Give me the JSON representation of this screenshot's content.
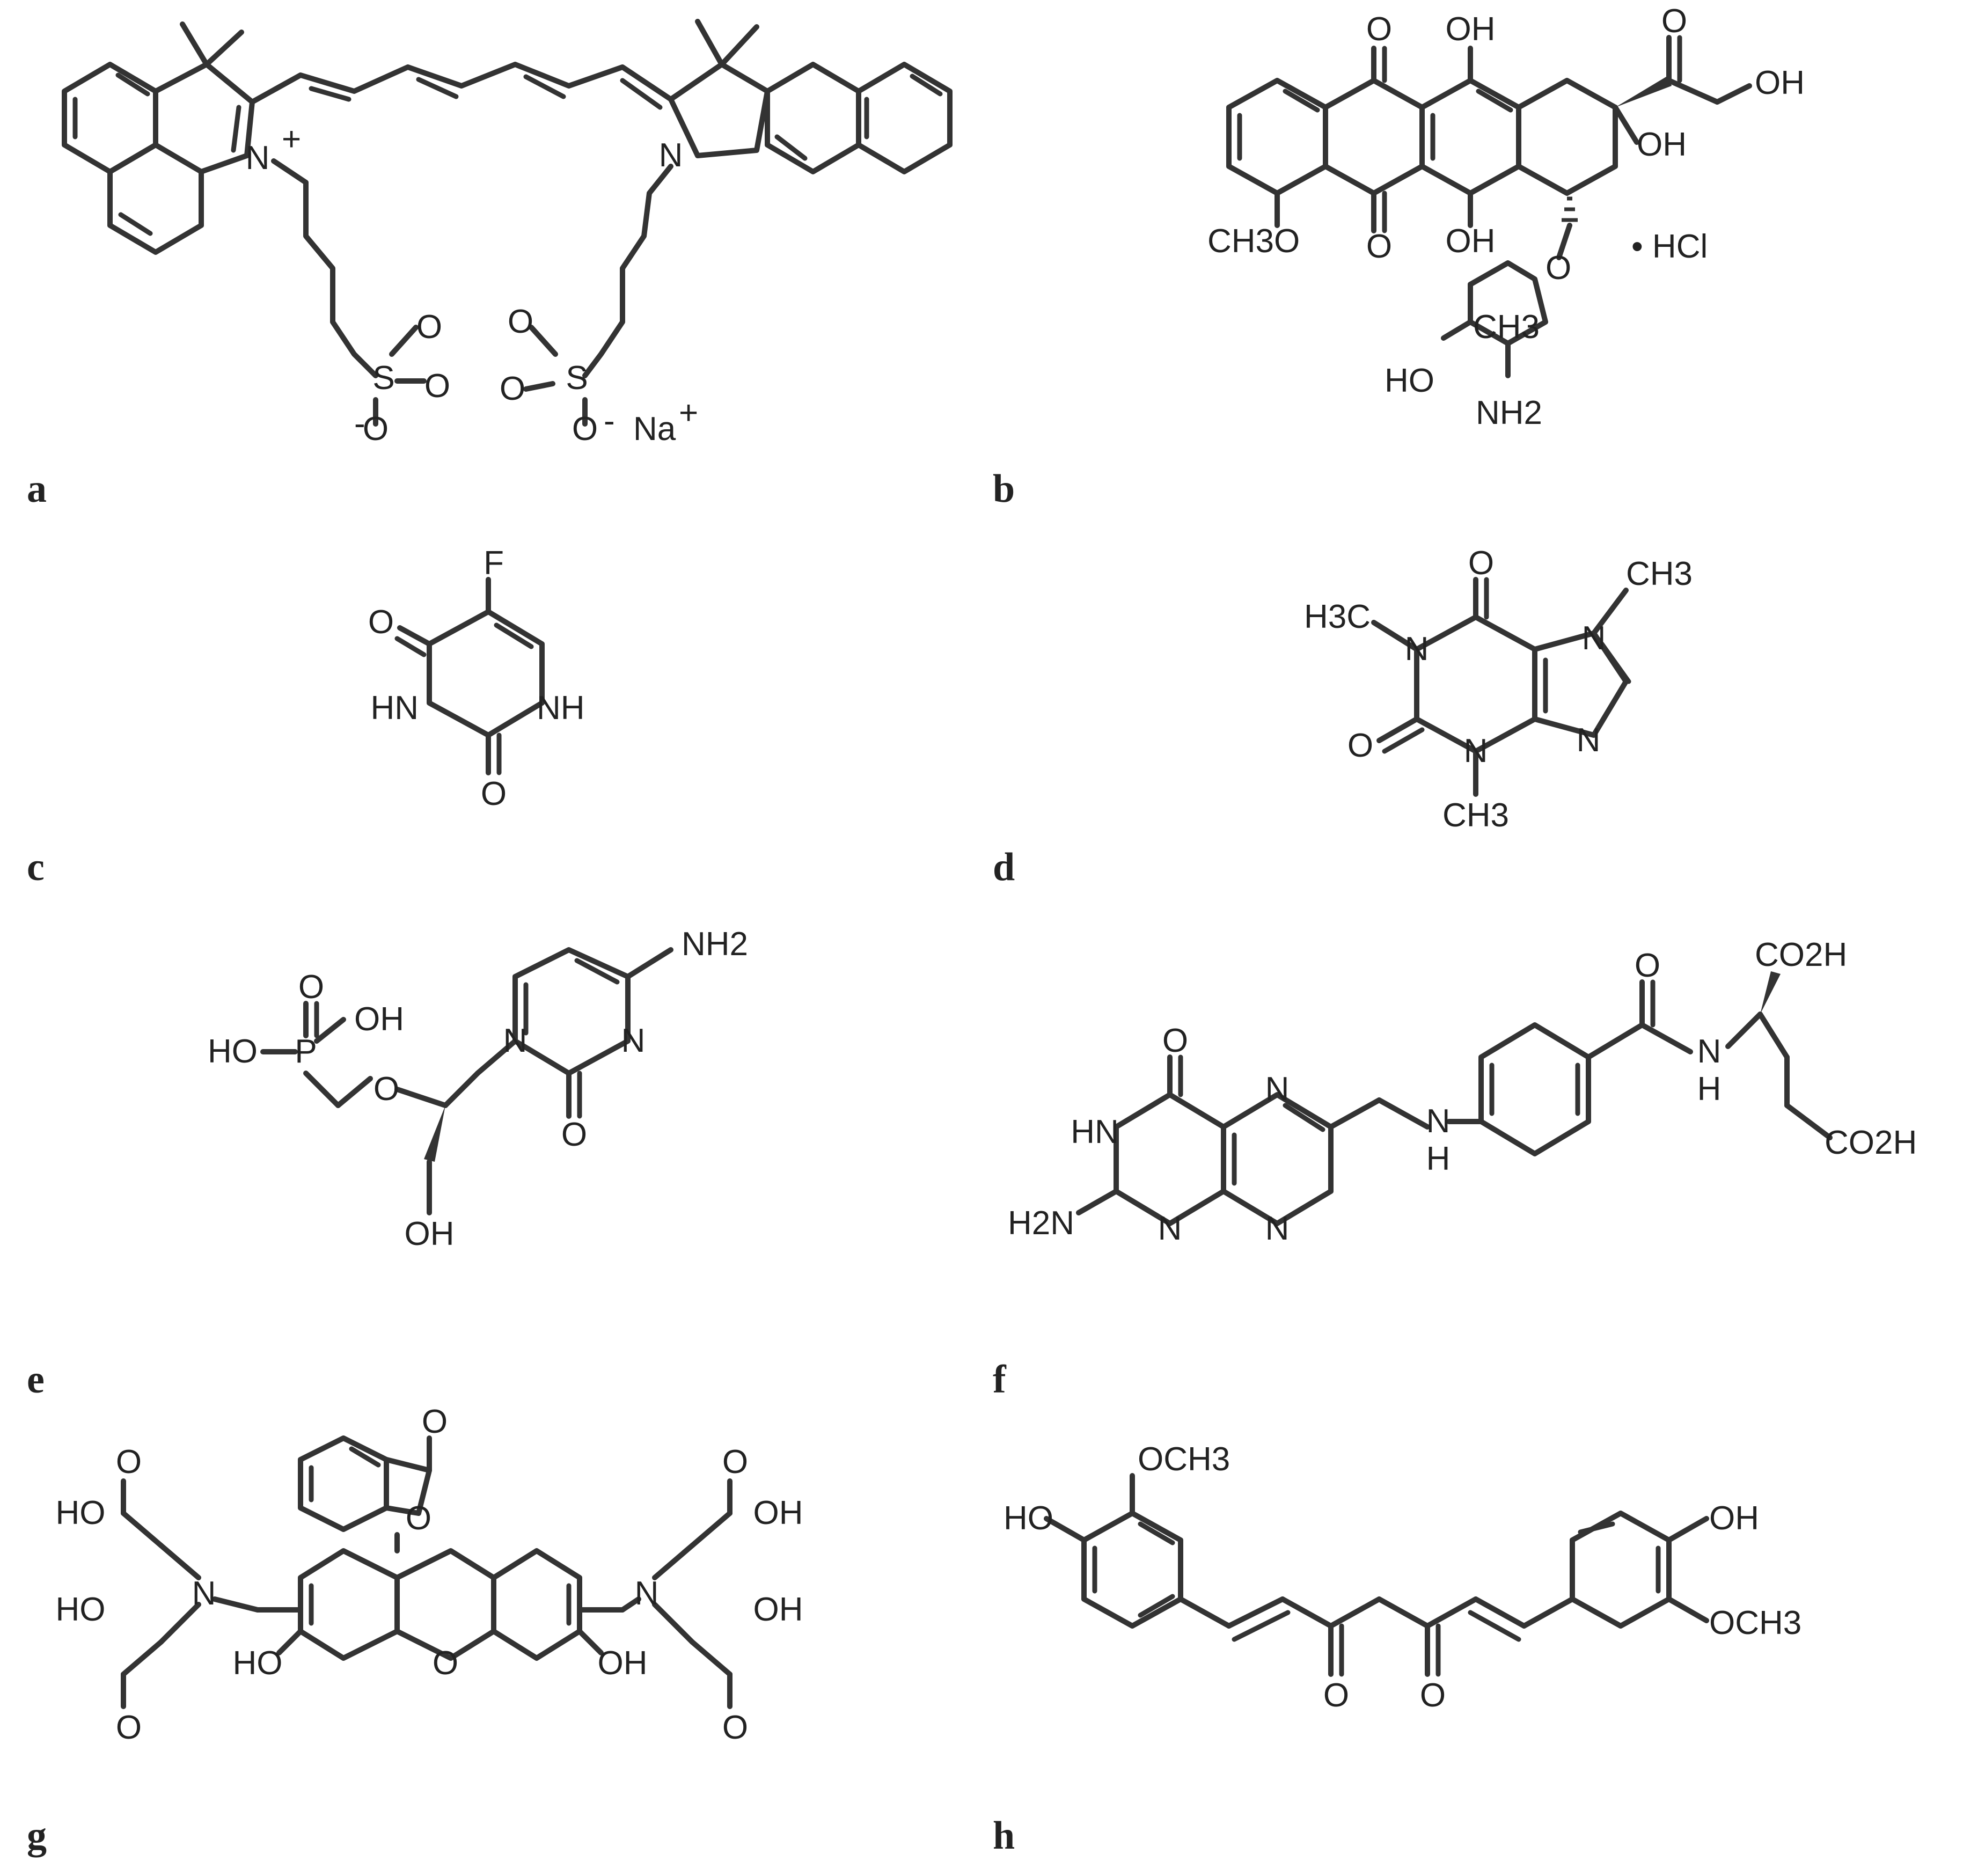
{
  "panels": [
    {
      "label": "a"
    },
    {
      "label": "b"
    },
    {
      "label": "c"
    },
    {
      "label": "d"
    },
    {
      "label": "e"
    },
    {
      "label": "f"
    },
    {
      "label": "g"
    },
    {
      "label": "h"
    }
  ],
  "atoms": {
    "a": {
      "n_plus": "N",
      "plus": "+",
      "n": "N",
      "s1": "S",
      "s2": "S",
      "o": "O",
      "o_minus": "-",
      "na": "Na",
      "na_plus": "+"
    },
    "b": {
      "o": "O",
      "oh": "OH",
      "och3": "CH3O",
      "hcl": "• HCl",
      "ch3": "CH3",
      "ho": "HO",
      "nh2": "NH2"
    },
    "c": {
      "f": "F",
      "o": "O",
      "hn": "HN",
      "nh": "NH"
    },
    "d": {
      "o": "O",
      "n": "N",
      "ch3": "CH3",
      "h3c": "H3C"
    },
    "e": {
      "nh2": "NH2",
      "n": "N",
      "o": "O",
      "oh": "OH",
      "ho": "HO",
      "p": "P"
    },
    "f": {
      "o": "O",
      "n": "N",
      "hn": "HN",
      "h2n": "H2N",
      "h": "H",
      "co2h": "CO2H"
    },
    "g": {
      "o": "O",
      "oh": "OH",
      "ho": "HO",
      "n": "N"
    },
    "h": {
      "och3": "OCH3",
      "ho": "HO",
      "oh": "OH",
      "o": "O"
    }
  },
  "colors": {
    "ink": "#333333",
    "background": "#ffffff"
  }
}
